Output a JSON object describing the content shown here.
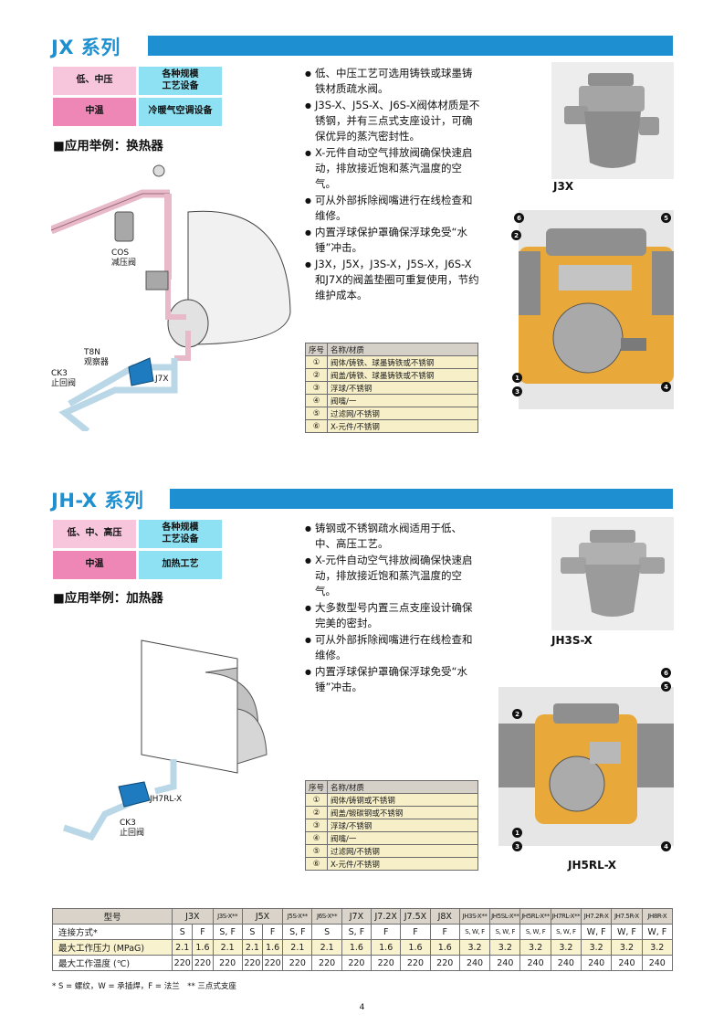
{
  "jx": {
    "title": "JX 系列",
    "tags": [
      "低、中压",
      "各种规模\n工艺设备",
      "中温",
      "冷暖气空调设备"
    ],
    "app_title": "■应用举例：换热器",
    "bullets": [
      "低、中压工艺可选用铸铁或球墨铸铁材质疏水阀。",
      "J3S-X、J5S-X、J6S-X阀体材质是不锈钢，并有三点式支座设计，可确保优异的蒸汽密封性。",
      "X-元件自动空气排放阀确保快速启动，排放接近饱和蒸汽温度的空气。",
      "可从外部拆除阀嘴进行在线检查和维修。",
      "内置浮球保护罩确保浮球免受“水锤”冲击。",
      "J3X，J5X，J3S-X，J5S-X，J6S-X和J7X的阀盖垫圈可重复使用，节约维护成本。"
    ],
    "parts_header": [
      "序号",
      "名称/材质"
    ],
    "parts": [
      [
        "①",
        "阀体/铸铁、球墨铸铁或不锈钢"
      ],
      [
        "②",
        "阀盖/铸铁、球墨铸铁或不锈钢"
      ],
      [
        "③",
        "浮球/不锈钢"
      ],
      [
        "④",
        "阀嘴/一"
      ],
      [
        "⑤",
        "过滤网/不锈钢"
      ],
      [
        "⑥",
        "X-元件/不锈钢"
      ]
    ],
    "photo_label": "J3X",
    "diagram_labels": [
      "COS\n减压阀",
      "T8N\n观察器",
      "CK3\n止回阀",
      "J7X"
    ],
    "callouts": [
      "1",
      "2",
      "3",
      "4",
      "5",
      "6"
    ]
  },
  "jhx": {
    "title": "JH-X 系列",
    "tags": [
      "低、中、高压",
      "各种规模\n工艺设备",
      "中温",
      "加热工艺"
    ],
    "app_title": "■应用举例：加热器",
    "bullets": [
      "铸钢或不锈钢疏水阀适用于低、中、高压工艺。",
      "X-元件自动空气排放阀确保快速启动，排放接近饱和蒸汽温度的空气。",
      "大多数型号内置三点支座设计确保完美的密封。",
      "可从外部拆除阀嘴进行在线检查和维修。",
      "内置浮球保护罩确保浮球免受“水锤”冲击。"
    ],
    "parts_header": [
      "序号",
      "名称/材质"
    ],
    "parts": [
      [
        "①",
        "阀体/铸钢或不锈钢"
      ],
      [
        "②",
        "阀盖/锻碳钢或不锈钢"
      ],
      [
        "③",
        "浮球/不锈钢"
      ],
      [
        "④",
        "阀嘴/一"
      ],
      [
        "⑤",
        "过滤网/不锈钢"
      ],
      [
        "⑥",
        "X-元件/不锈钢"
      ]
    ],
    "photo_label": "JH3S-X",
    "cut_label": "JH5RL-X",
    "diagram_labels": [
      "JH7RL-X",
      "CK3\n止回阀"
    ],
    "callouts": [
      "1",
      "2",
      "3",
      "4",
      "5",
      "6"
    ]
  },
  "spec": {
    "model_header": "型号",
    "models": [
      "J3X",
      "J3S-X**",
      "J5X",
      "J5S-X**",
      "J6S-X**",
      "J7X",
      "J7.2X",
      "J7.5X",
      "J8X",
      "JH3S-X**",
      "JH5SL-X**",
      "JH5RL-X**",
      "JH7RL-X**",
      "JH7.2R-X",
      "JH7.5R-X",
      "JH8R-X"
    ],
    "rows": [
      {
        "label": "连接方式*",
        "values": [
          "S",
          "F",
          "S, F",
          "S",
          "F",
          "S, F",
          "S",
          "S, F",
          "F",
          "F",
          "F",
          "S, W, F",
          "S, W, F",
          "S, W, F",
          "S, W, F",
          "W, F",
          "W, F",
          "W, F"
        ]
      },
      {
        "label": "最大工作压力 (MPaG)",
        "values": [
          "2.1",
          "1.6",
          "2.1",
          "2.1",
          "1.6",
          "2.1",
          "2.1",
          "1.6",
          "1.6",
          "1.6",
          "1.6",
          "3.2",
          "3.2",
          "3.2",
          "3.2",
          "3.2",
          "3.2",
          "3.2"
        ]
      },
      {
        "label": "最大工作温度 (℃)",
        "values": [
          "220",
          "220",
          "220",
          "220",
          "220",
          "220",
          "220",
          "220",
          "220",
          "220",
          "220",
          "240",
          "240",
          "240",
          "240",
          "240",
          "240",
          "240"
        ]
      }
    ],
    "footnote": "* S = 螺纹，W = 承插焊，F = 法兰　** 三点式支座"
  },
  "page_number": "4"
}
